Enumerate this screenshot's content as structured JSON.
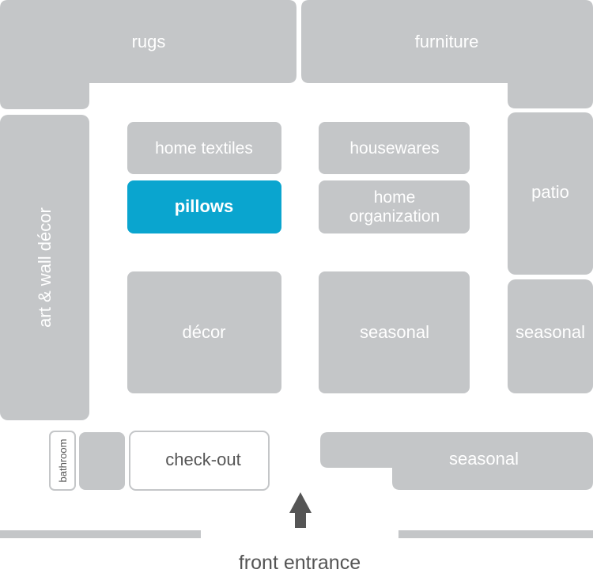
{
  "colors": {
    "section": "#c4c6c8",
    "highlight": "#0aa5cf",
    "text_on_section": "#ffffff",
    "outline": "#c4c6c8",
    "outline_text": "#555555",
    "arrow": "#555555",
    "wall": "#c4c6c8"
  },
  "sections": {
    "rugs": "rugs",
    "furniture": "furniture",
    "art_wall_decor": "art & wall décor",
    "home_textiles": "home textiles",
    "pillows": "pillows",
    "housewares": "housewares",
    "home_organization_line1": "home",
    "home_organization_line2": "organization",
    "patio": "patio",
    "decor": "décor",
    "seasonal_center": "seasonal",
    "seasonal_right": "seasonal",
    "seasonal_bottom": "seasonal",
    "bathroom": "bathroom",
    "checkout": "check-out"
  },
  "highlighted_section": "pillows",
  "entrance": {
    "label": "front entrance",
    "icon": "up-arrow-icon"
  }
}
